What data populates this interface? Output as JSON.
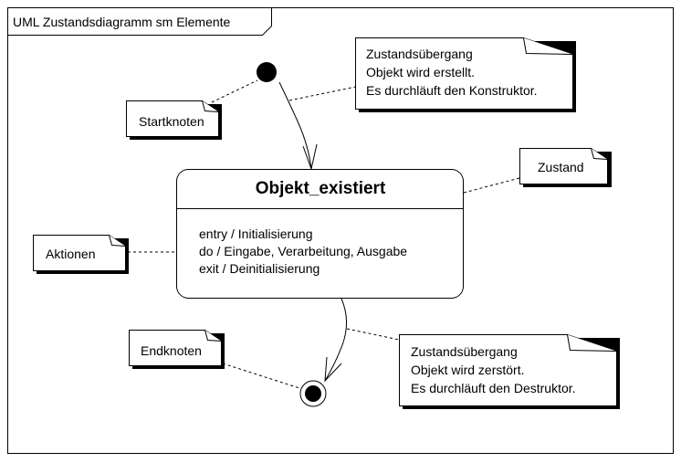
{
  "frame": {
    "title": "UML Zustandsdiagramm sm Elemente"
  },
  "state": {
    "name": "Objekt_existiert",
    "actions": [
      "entry / Initialisierung",
      "do / Eingabe, Verarbeitung, Ausgabe",
      "exit / Deinitialisierung"
    ]
  },
  "notes": {
    "startknoten": "Startknoten",
    "endknoten": "Endknoten",
    "zustand": "Zustand",
    "aktionen": "Aktionen",
    "transition_create": [
      "Zustandsübergang",
      "Objekt wird erstellt.",
      "Es durchläuft den Konstruktor."
    ],
    "transition_destroy": [
      "Zustandsübergang",
      "Objekt wird zerstört.",
      "Es durchläuft den Destruktor."
    ]
  }
}
